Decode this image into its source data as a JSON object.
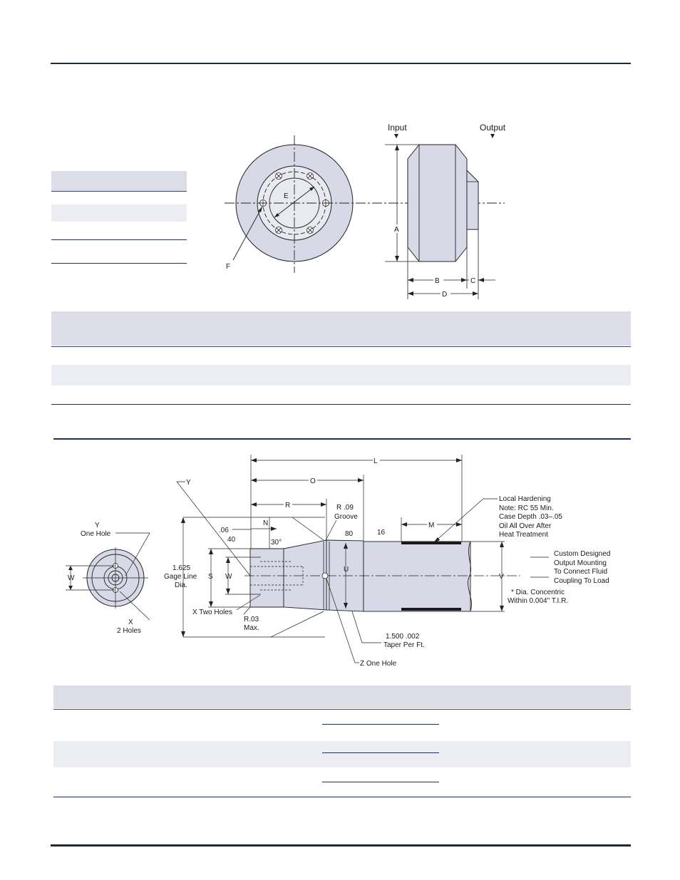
{
  "colors": {
    "body_fill": "#d7d9e6",
    "rule": "#1d2a3a",
    "table_header": "#dcdde6",
    "table_band": "#ecedf3",
    "hardening_band": "#1a1a1a"
  },
  "drawing1": {
    "label_input": "Input",
    "label_output": "Output",
    "label_a": "A",
    "label_b": "B",
    "label_c": "C",
    "label_d": "D",
    "label_e": "E",
    "label_f": "F"
  },
  "drawing2": {
    "label_l": "L",
    "label_o": "O",
    "label_r": "R",
    "label_n": "N",
    "label_m": "M",
    "label_s": "S",
    "label_u": "U",
    "label_v": "V",
    "label_w": "W",
    "label_w_end": "W",
    "label_y": "Y",
    "label_y_one_hole_1": "Y",
    "label_y_one_hole_2": "One Hole",
    "label_x_two_holes_1": "X",
    "label_x_two_holes_2": "2 Holes",
    "dim_06": ".06",
    "dim_40": "40",
    "dim_30": "30°",
    "dim_80": "80",
    "dim_16": "16",
    "groove_1": "R .09",
    "groove_2": "Groove",
    "gage_1": "1.625",
    "gage_2": "Gage Line",
    "gage_3": "Dia.",
    "x_two_holes": "X Two Holes",
    "r03_1": "R.03",
    "r03_2": "Max.",
    "taper_1": "1.500  .002",
    "taper_2": "Taper Per Ft.",
    "z_one_hole": "Z One Hole",
    "hardening": [
      "Local Hardening",
      "Note: RC 55 Min.",
      "Case Depth .03–.05",
      "Oil All Over After",
      "Heat Treatment"
    ],
    "custom": [
      "Custom Designed",
      "Output Mounting",
      "To Connect Fluid",
      "Coupling To Load"
    ],
    "concentric": [
      "* Dia. Concentric",
      "Within 0.004\" T.I.R."
    ]
  }
}
